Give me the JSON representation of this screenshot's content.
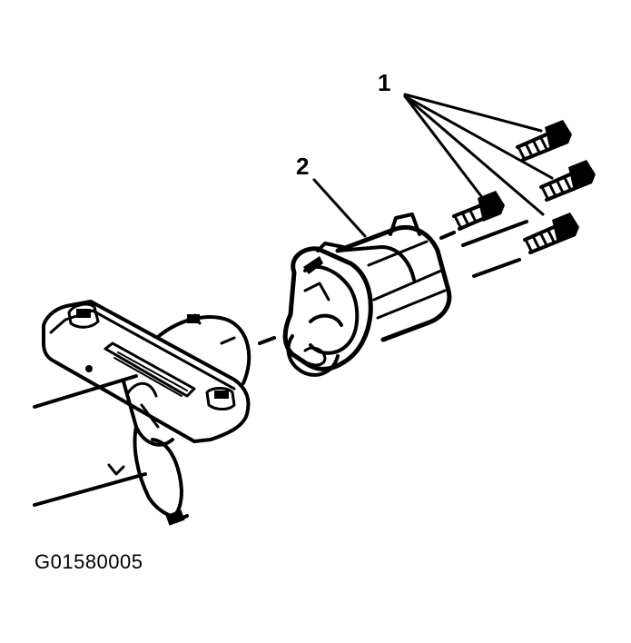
{
  "diagram": {
    "callouts": [
      {
        "label": "1"
      },
      {
        "label": "2"
      }
    ],
    "figure_id": "G01580005"
  }
}
